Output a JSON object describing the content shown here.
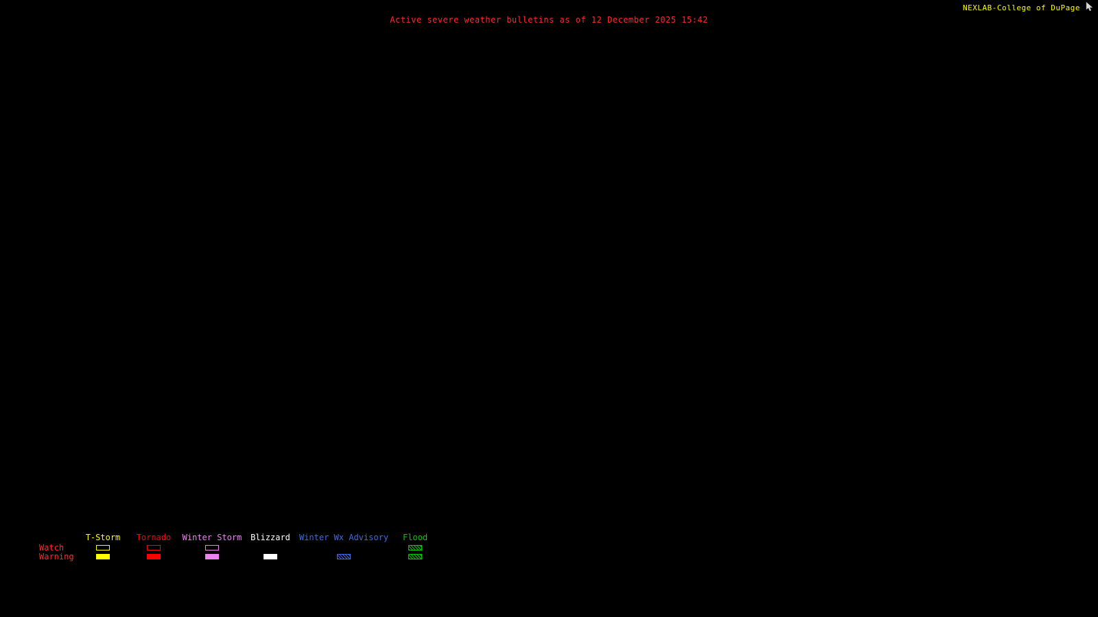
{
  "page": {
    "background_color": "#000000",
    "title": "Active severe weather bulletins as of 12 December 2025 15:42",
    "title_color": "#ff2a2a",
    "branding": "NEXLAB-College of DuPage",
    "branding_color": "#ffff00"
  },
  "legend": {
    "label_color": "#ff2a2a",
    "row_labels": {
      "watch": "Watch",
      "warning": "Warning"
    },
    "columns": [
      {
        "label": "T-Storm",
        "color": "#ffff00",
        "watch": "outline",
        "warning": "filled"
      },
      {
        "label": "Tornado",
        "color": "#ff0000",
        "watch": "outline",
        "warning": "filled"
      },
      {
        "label": "Winter Storm",
        "color": "#ee82ee",
        "watch": "outline",
        "warning": "filled"
      },
      {
        "label": "Blizzard",
        "color": "#ffffff",
        "watch": "none",
        "warning": "filled"
      },
      {
        "label": "Winter Wx Advisory",
        "color": "#4169e1",
        "watch": "none",
        "warning": "hatched"
      },
      {
        "label": "Flood",
        "color": "#00cc00",
        "watch": "hatched",
        "warning": "hatched"
      }
    ]
  }
}
